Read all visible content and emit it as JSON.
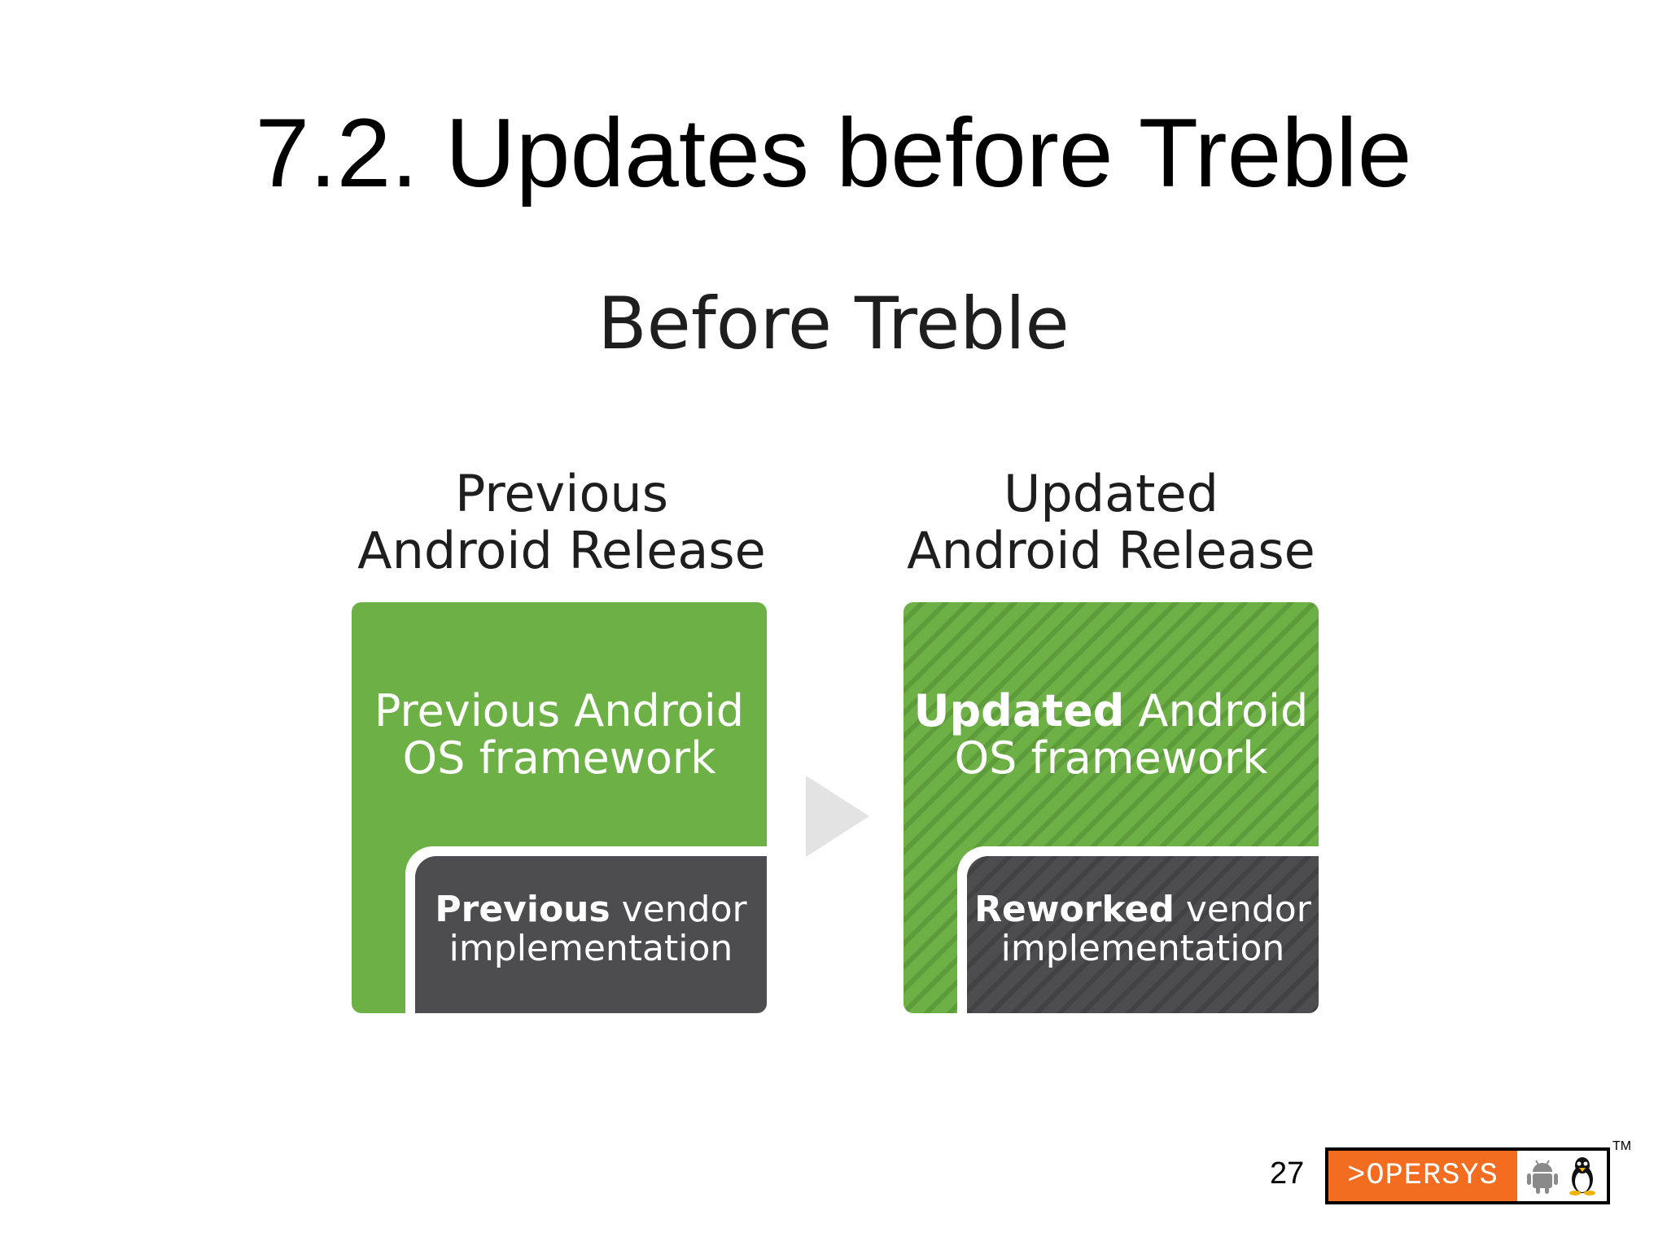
{
  "slide": {
    "title": "7.2. Updates before Treble",
    "page_number": "27"
  },
  "diagram": {
    "title": "Before Treble",
    "left": {
      "heading_line1": "Previous",
      "heading_line2": "Android Release",
      "framework_line1": "Previous Android",
      "framework_line2": "OS framework",
      "vendor_bold": "Previous",
      "vendor_rest": " vendor",
      "vendor_line2": "implementation",
      "style": "solid"
    },
    "right": {
      "heading_line1": "Updated",
      "heading_line2": "Android Release",
      "framework_bold": "Updated",
      "framework_rest": " Android",
      "framework_line2": "OS framework",
      "vendor_bold": "Reworked",
      "vendor_rest": " vendor",
      "vendor_line2": "implementation",
      "style": "striped"
    },
    "colors": {
      "framework_green": "#6db146",
      "vendor_gray": "#4d4d4f",
      "arrow_gray": "#e3e3e3"
    }
  },
  "logo": {
    "text": ">OPERSYS",
    "tm": "TM",
    "color": "#f36d21",
    "icons": [
      "android-robot-icon",
      "tux-penguin-icon"
    ]
  }
}
